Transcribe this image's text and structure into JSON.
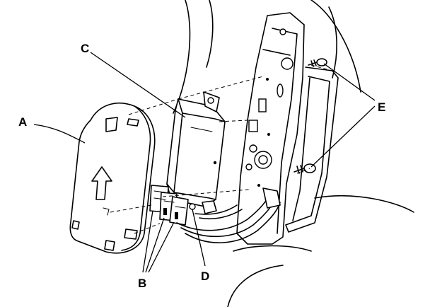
{
  "callouts": {
    "a": "A",
    "b": "B",
    "c": "C",
    "d": "D",
    "e": "E"
  },
  "colors": {
    "line": "#000000",
    "background": "#ffffff"
  }
}
